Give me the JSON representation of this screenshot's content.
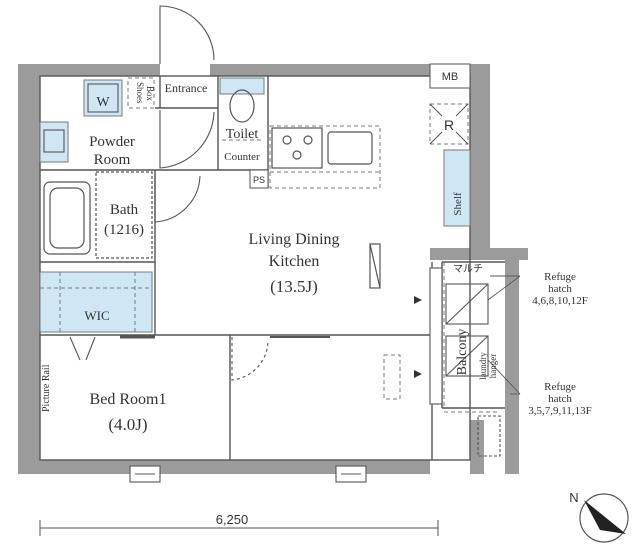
{
  "colors": {
    "wall": "#9b9b9b",
    "line": "#555555",
    "blue": "#cfe6f4",
    "dash": "#7a7a7a"
  },
  "labels": {
    "mb": "MB",
    "w": "W",
    "shoes_1": "Shoes",
    "shoes_2": "Box",
    "entrance": "Entrance",
    "powder_1": "Powder",
    "powder_2": "Room",
    "toilet": "Toilet",
    "counter": "Counter",
    "ps": "PS",
    "r": "R",
    "shelf": "Shelf",
    "bath_1": "Bath",
    "bath_2": "(1216)",
    "ldk_1": "Living Dining",
    "ldk_2": "Kitchen",
    "ldk_3": "(13.5J)",
    "wic": "WIC",
    "picture_rail": "Picture Rail",
    "bed_1": "Bed Room1",
    "bed_2": "(4.0J)",
    "balcony": "Balcony",
    "laundry_1": "laundry",
    "laundry_2": "hanger",
    "maruchi": "マルチ",
    "refuge_top_1": "Refuge",
    "refuge_top_2": "hatch",
    "refuge_top_3": "4,6,8,10,12F",
    "refuge_bot_1": "Refuge",
    "refuge_bot_2": "hatch",
    "refuge_bot_3": "3,5,7,9,11,13F",
    "dimension": "6,250",
    "north": "N"
  },
  "compass": {
    "icon": "north-arrow-icon"
  }
}
